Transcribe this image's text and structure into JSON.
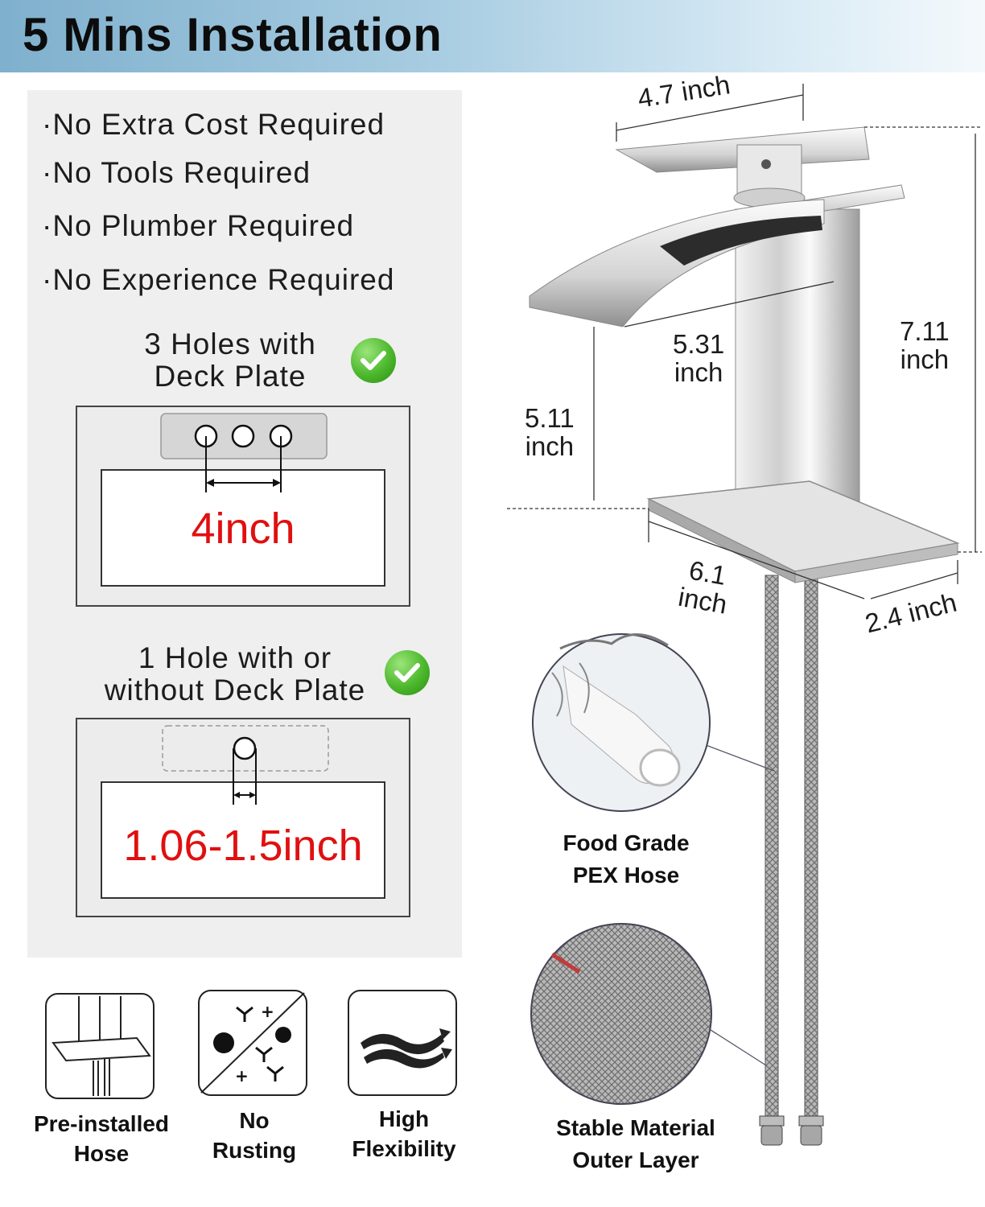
{
  "header": {
    "title": "5 Mins Installation"
  },
  "features": [
    "·No Extra Cost Required",
    "·No Tools Required",
    "·No Plumber Required",
    "·No Experience Required"
  ],
  "option_three_holes": {
    "title_line1": "3 Holes with",
    "title_line2": "Deck Plate",
    "spacing_label": "4inch"
  },
  "option_one_hole": {
    "title_line1": "1 Hole with or",
    "title_line2": "without Deck Plate",
    "spacing_label": "1.06-1.5inch"
  },
  "dimensions": {
    "top_width": "4.7 inch",
    "spout_reach_line1": "5.31",
    "spout_reach_line2": "inch",
    "spout_height_line1": "5.11",
    "spout_height_line2": "inch",
    "total_height_line1": "7.11",
    "total_height_line2": "inch",
    "plate_length_line1": "6.1",
    "plate_length_line2": "inch",
    "plate_width": "2.4 inch"
  },
  "callouts": {
    "pex_line1": "Food Grade",
    "pex_line2": "PEX Hose",
    "outer_line1": "Stable Material",
    "outer_line2": "Outer Layer"
  },
  "bottom_features": [
    {
      "icon": "preinstalled-hose-icon",
      "line1": "Pre-installed",
      "line2": "Hose"
    },
    {
      "icon": "no-rusting-icon",
      "line1": "No",
      "line2": "Rusting"
    },
    {
      "icon": "high-flexibility-icon",
      "line1": "High",
      "line2": "Flexibility"
    }
  ],
  "colors": {
    "accent_red": "#e01010",
    "check_green": "#4cb82c",
    "banner_blue": "#7fb0cd"
  }
}
